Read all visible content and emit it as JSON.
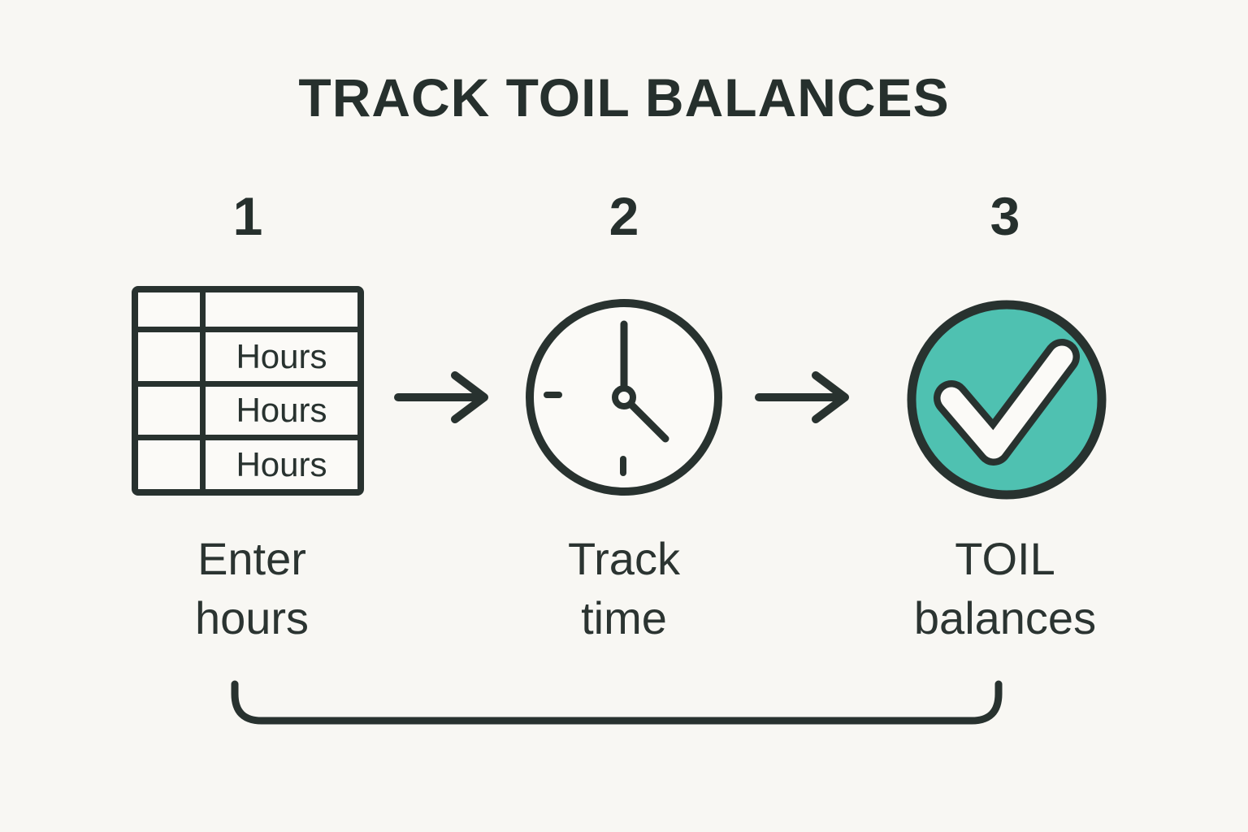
{
  "title": "TRACK TOIL BALANCES",
  "steps": [
    {
      "number": "1",
      "label": [
        "Enter",
        "hours"
      ],
      "icon": "table-icon"
    },
    {
      "number": "2",
      "label": [
        "Track",
        "time"
      ],
      "icon": "clock-icon"
    },
    {
      "number": "3",
      "label": [
        "TOIL",
        "balances"
      ],
      "icon": "check-circle-icon"
    }
  ],
  "table_icon": {
    "rows": [
      "Hours",
      "Hours",
      "Hours"
    ]
  },
  "colors": {
    "background": "#f8f7f3",
    "ink": "#28322f",
    "accent_teal": "#4fc1b1",
    "cell_fill": "#fbfaf7"
  }
}
